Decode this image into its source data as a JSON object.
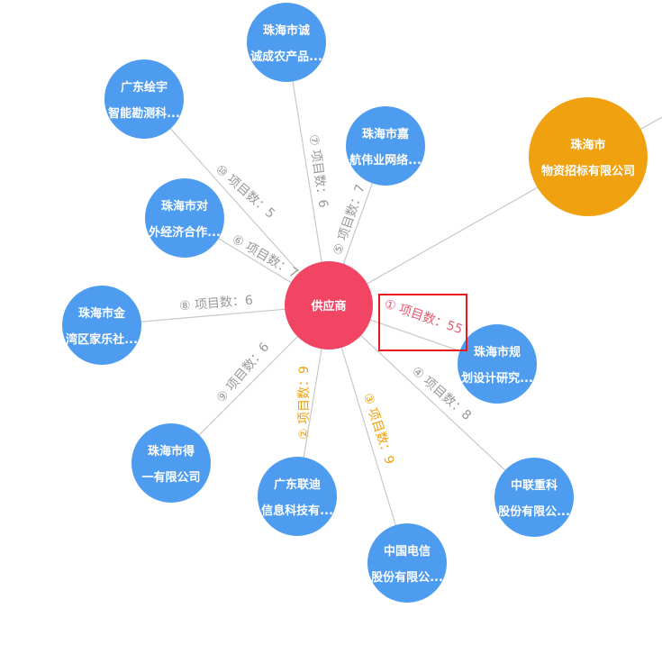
{
  "colors": {
    "center": "#f24463",
    "node": "#4e9cf0",
    "highlight_node": "#f0a10f",
    "edge": "#c8c8c8",
    "label_gray": "#9a9a9a",
    "label_orange": "#f0a10f",
    "label_red": "#e85a6e",
    "highlight_box": "#e8191c"
  },
  "center": {
    "label": "供应商"
  },
  "nodes": [
    {
      "id": "n1",
      "line1": "珠海市",
      "line2": "物资招标有限公司",
      "edge_label": "① 项目数：55",
      "edge_label_color": "red",
      "highlight": true
    },
    {
      "id": "n2",
      "line1": "广东联迪",
      "line2": "信息科技有...",
      "edge_label": "② 项目数：9",
      "edge_label_color": "orange"
    },
    {
      "id": "n3",
      "line1": "中国电信",
      "line2": "股份有限公...",
      "edge_label": "③ 项目数：9",
      "edge_label_color": "orange"
    },
    {
      "id": "n4",
      "line1": "中联重科",
      "line2": "股份有限公...",
      "edge_label": "④ 项目数：8",
      "edge_label_color": "gray"
    },
    {
      "id": "n5",
      "line1": "珠海市嘉",
      "line2": "航伟业网络...",
      "edge_label": "⑤ 项目数：7",
      "edge_label_color": "gray"
    },
    {
      "id": "n6",
      "line1": "珠海市对",
      "line2": "外经济合作...",
      "edge_label": "⑥ 项目数：7",
      "edge_label_color": "gray"
    },
    {
      "id": "n7",
      "line1": "珠海市诚",
      "line2": "诚成农产品...",
      "edge_label": "⑦ 项目数：6",
      "edge_label_color": "gray"
    },
    {
      "id": "n8",
      "line1": "珠海市金",
      "line2": "湾区家乐社...",
      "edge_label": "⑧ 项目数：6",
      "edge_label_color": "gray"
    },
    {
      "id": "n9",
      "line1": "珠海市得",
      "line2": "一有限公司",
      "edge_label": "⑨ 项目数：6",
      "edge_label_color": "gray"
    },
    {
      "id": "n10",
      "line1": "广东绘宇",
      "line2": "智能勘测科...",
      "edge_label": "⑩ 项目数：5",
      "edge_label_color": "gray"
    },
    {
      "id": "n11",
      "line1": "珠海市规",
      "line2": "划设计研究...",
      "edge_label": "",
      "edge_label_color": "gray"
    }
  ]
}
